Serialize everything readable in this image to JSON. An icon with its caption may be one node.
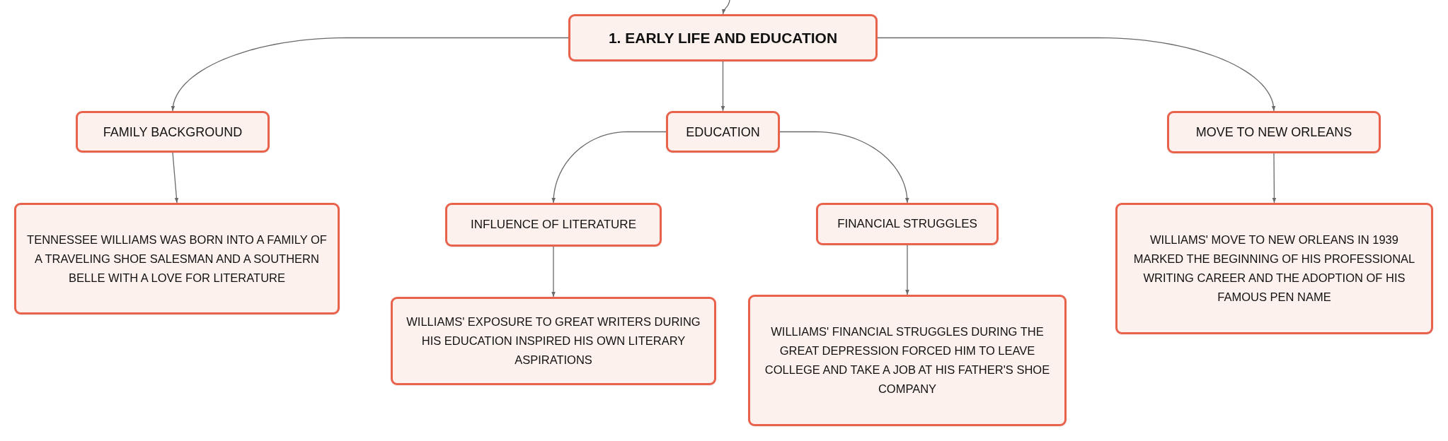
{
  "diagram": {
    "nodes": [
      {
        "text": [
          "1. EARLY LIFE AND EDUCATION"
        ]
      },
      {
        "text": [
          "FAMILY BACKGROUND"
        ]
      },
      {
        "text": [
          "EDUCATION"
        ]
      },
      {
        "text": [
          "MOVE TO NEW ORLEANS"
        ]
      },
      {
        "text": [
          "TENNESSEE WILLIAMS WAS BORN INTO A FAMILY OF A TRAVELING SHOE SALESMAN AND A SOUTHERN BELLE WITH A LOVE FOR LITERATURE"
        ]
      },
      {
        "text": [
          "INFLUENCE OF LITERATURE"
        ]
      },
      {
        "text": [
          "FINANCIAL STRUGGLES"
        ]
      },
      {
        "text": [
          "WILLIAMS' EXPOSURE TO GREAT WRITERS DURING HIS EDUCATION INSPIRED HIS OWN LITERARY ASPIRATIONS"
        ]
      },
      {
        "text": [
          "WILLIAMS' FINANCIAL STRUGGLES DURING THE GREAT DEPRESSION FORCED HIM TO LEAVE COLLEGE AND TAKE A JOB AT HIS FATHER'S SHOE COMPANY"
        ]
      },
      {
        "text": [
          "WILLIAMS' MOVE TO NEW ORLEANS IN 1939 MARKED THE BEGINNING OF HIS PROFESSIONAL WRITING CAREER AND THE ADOPTION OF HIS FAMOUS PEN NAME"
        ]
      }
    ],
    "edges": [
      {
        "from": null,
        "to": 0,
        "arrow": "to"
      },
      {
        "from": 0,
        "to": 1,
        "arrow": "to"
      },
      {
        "from": 0,
        "to": 2,
        "arrow": "to"
      },
      {
        "from": 0,
        "to": 3,
        "arrow": "to"
      },
      {
        "from": 1,
        "to": 4,
        "arrow": "to"
      },
      {
        "from": 2,
        "to": 5,
        "arrow": "to"
      },
      {
        "from": 2,
        "to": 6,
        "arrow": "to"
      },
      {
        "from": 3,
        "to": 9,
        "arrow": "to"
      },
      {
        "from": 5,
        "to": 7,
        "arrow": "to"
      },
      {
        "from": 6,
        "to": 8,
        "arrow": "to"
      }
    ]
  }
}
